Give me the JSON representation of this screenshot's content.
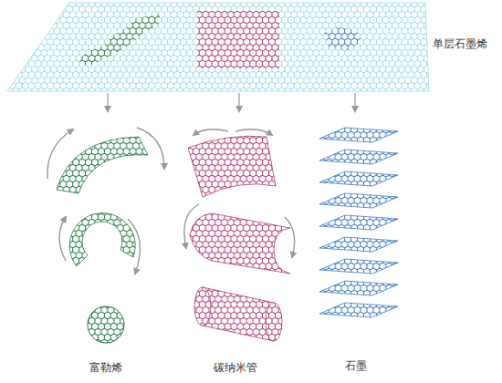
{
  "diagram": {
    "labels": [
      "单层石墨烯",
      "富勒烯",
      "碳纳米管",
      "石墨"
    ]
  }
}
